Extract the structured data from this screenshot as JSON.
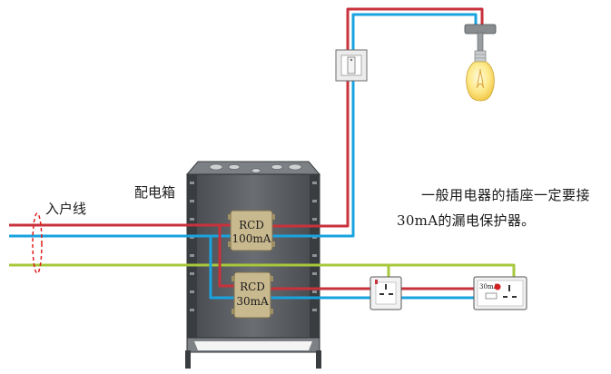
{
  "labels": {
    "incoming_line": "入户线",
    "distribution_box": "配电箱",
    "rcd_main_title": "RCD",
    "rcd_main_rating": "100mA",
    "rcd_branch_title": "RCD",
    "rcd_branch_rating": "30mA",
    "socket_rcd_rating": "30mA",
    "note_line1": "一般用电器的插座一定要接",
    "note_line2": "30mA的漏电保护器。"
  },
  "colors": {
    "live_wire": "#c8323c",
    "neutral_wire": "#1aa3df",
    "earth_wire": "#a8c83c",
    "cabinet_body": "#5a5d61",
    "cabinet_frame": "#8e9296",
    "rcd_body": "#c9b98f",
    "loop_marker": "#e02020"
  },
  "icons": [
    "light-switch-icon",
    "light-bulb-icon",
    "socket-icon",
    "rcd-socket-icon",
    "distribution-cabinet-icon"
  ]
}
